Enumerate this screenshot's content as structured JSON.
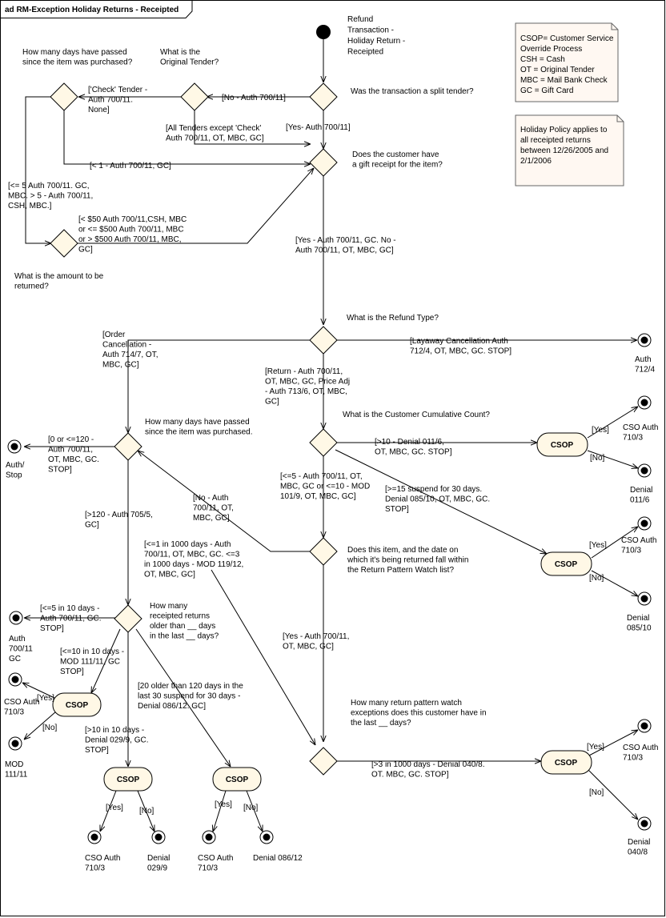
{
  "diagram": {
    "title": "ad RM-Exception Holiday Returns - Receipted",
    "notes": {
      "legend": [
        "CSOP= Customer Service",
        "Override Process",
        "CSH  = Cash",
        "OT    = Original Tender",
        "MBC = Mail Bank Check",
        "GC   = Gift Card"
      ],
      "policy": [
        "Holiday Policy applies to",
        "all receipted returns",
        "between 12/26/2005 and",
        "2/1/2006"
      ]
    },
    "start_label": [
      "Refund",
      "Transaction -",
      "Holiday Return -",
      "Receipted"
    ],
    "questions": {
      "split": [
        "Was the transaction a split tender?"
      ],
      "tender": [
        "What is the",
        "Original Tender?"
      ],
      "days1": [
        "How many days have passed",
        "since the item was purchased?"
      ],
      "amount": [
        "What is the amount to be",
        "returned?"
      ],
      "gift": [
        "Does the customer have",
        "a gift receipt for the item?"
      ],
      "refund_type": [
        "What is the Refund Type?"
      ],
      "days2": [
        "How many days have passed",
        "since the item was purchased."
      ],
      "cumulative": [
        "What is the Customer Cumulative Count?"
      ],
      "watch": [
        "Does this item, and the date on",
        "which it's being returned fall within",
        "the Return Pattern Watch list?"
      ],
      "receipted": [
        "How many",
        "receipted returns",
        "older than __ days",
        "in the last __ days?"
      ],
      "exceptions": [
        "How many return pattern watch",
        "exceptions does this customer have in",
        "the last __ days?"
      ]
    },
    "guards": {
      "no_split": [
        "[No - Auth 700/11]"
      ],
      "yes_split": [
        "[Yes- Auth 700/11]"
      ],
      "check_tender": [
        "['Check' Tender -",
        "Auth 700/11.",
        "None]"
      ],
      "all_tenders": [
        "[All Tenders except 'Check'",
        "Auth 700/11, OT, MBC, GC]"
      ],
      "lt1": [
        "[< 1  - Auth 700/11, GC]"
      ],
      "le5": [
        "[<= 5 Auth 700/11.  GC,",
        "MBC.  > 5 - Auth 700/11,",
        "CSH, MBC.]"
      ],
      "amount": [
        "[< $50 Auth 700/11,CSH, MBC",
        "or <= $500 Auth 700/11, MBC",
        "or > $500 Auth 700/11, MBC,",
        "GC]"
      ],
      "yes_gift": [
        "[Yes - Auth 700/11, GC.  No -",
        "Auth 700/11, OT, MBC, GC]"
      ],
      "layaway": [
        "[Layaway Cancellation Auth",
        "712/4, OT, MBC, GC.  STOP]"
      ],
      "order_cancel": [
        "[Order",
        "Cancellation -",
        "Auth 714/7, OT,",
        "MBC, GC]"
      ],
      "return": [
        "[Return  - Auth 700/11,",
        "OT, MBC, GC, Price Adj",
        "- Auth 713/6, OT, MBC,",
        "GC]"
      ],
      "zero_120": [
        "[0 or <=120 -",
        "Auth 700/11,",
        "OT, MBC, GC.",
        "STOP]"
      ],
      "gt10": [
        "[>10 - Denial 011/6,",
        "OT, MBC, GC. STOP]"
      ],
      "le5_mod": [
        "[<=5 - Auth 700/11, OT,",
        "MBC, GC or <=10 - MOD",
        "101/9, OT, MBC, GC]"
      ],
      "ge15": [
        "[>=15 suspend for 30 days.",
        "Denial 085/10, OT, MBC, GC.",
        "STOP]"
      ],
      "no_watch": [
        "[No - Auth",
        "700/11, OT,",
        "MBC, GC]"
      ],
      "gt120": [
        "[>120 - Auth 705/5,",
        "GC]"
      ],
      "le1_1000": [
        "[<=1 in 1000 days - Auth",
        "700/11, OT, MBC, GC. <=3",
        "in 1000 days - MOD 119/12,",
        "OT, MBC, GC]"
      ],
      "yes_watch": [
        "[Yes - Auth 700/11,",
        "OT, MBC, GC]"
      ],
      "le5_10": [
        "[<=5 in 10 days -",
        "Auth 700/11, GC.",
        "STOP]"
      ],
      "le10_10": [
        "[<=10 in 10 days -",
        "MOD 111/11, GC",
        "STOP]"
      ],
      "gt10_10": [
        "[>10 in 10 days -",
        "Denial 029/9, GC.",
        "STOP]"
      ],
      "older120": [
        "[20 older than 120 days in the",
        "last 30 suspend for 30 days -",
        "Denial 086/12. GC]"
      ],
      "gt3": [
        "[>3 in 1000 days - Denial  040/8.",
        "OT. MBC, GC.  STOP]"
      ],
      "yes": [
        "[Yes]"
      ],
      "no": [
        "[No]"
      ]
    },
    "actions": {
      "csop": "CSOP"
    },
    "finals": {
      "auth712": [
        "Auth",
        "712/4"
      ],
      "auth_stop": [
        "Auth/",
        "Stop"
      ],
      "cso710": [
        "CSO Auth",
        "710/3"
      ],
      "denial011": [
        "Denial",
        "011/6"
      ],
      "denial085": [
        "Denial",
        "085/10"
      ],
      "auth700gc": [
        "Auth",
        "700/11",
        "GC"
      ],
      "mod111": [
        "MOD",
        "111/11"
      ],
      "denial029": [
        "Denial",
        "029/9"
      ],
      "denial086": [
        "Denial 086/12"
      ],
      "denial040": [
        "Denial",
        "040/8"
      ]
    }
  }
}
